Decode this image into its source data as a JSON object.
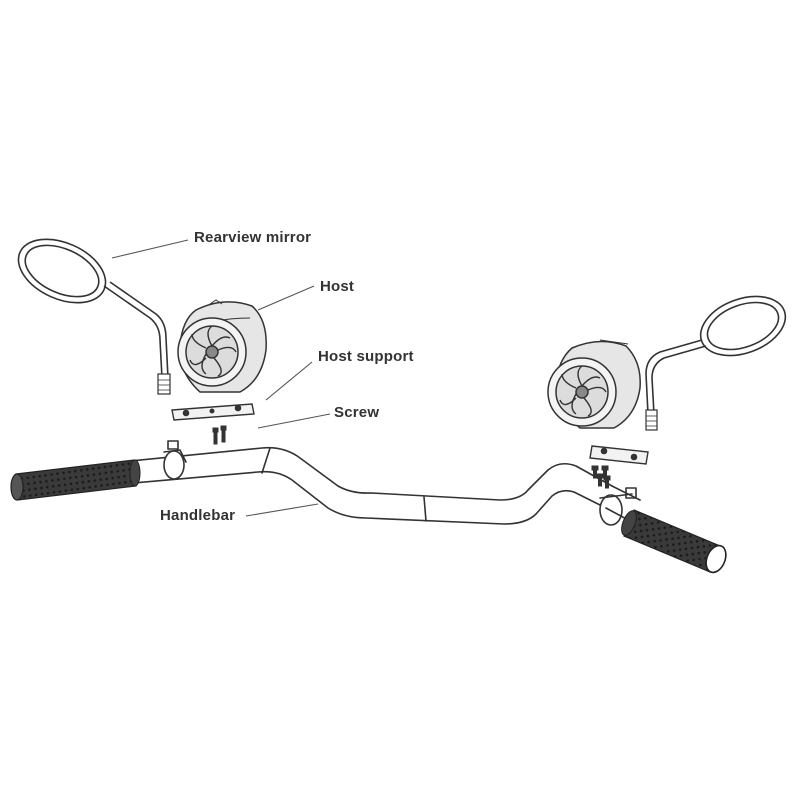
{
  "labels": {
    "rearview_mirror": "Rearview mirror",
    "host": "Host",
    "host_support": "Host support",
    "screw": "Screw",
    "handlebar": "Handlebar"
  },
  "colors": {
    "background": "#ffffff",
    "line": "#333333",
    "label_text": "#333333",
    "grip": "#2a2a2a"
  },
  "icons": {
    "mirror": "rearview-mirror-icon",
    "host": "speaker-host-icon",
    "support": "host-support-bracket-icon",
    "screw": "screw-icon",
    "handlebar": "handlebar-icon"
  }
}
